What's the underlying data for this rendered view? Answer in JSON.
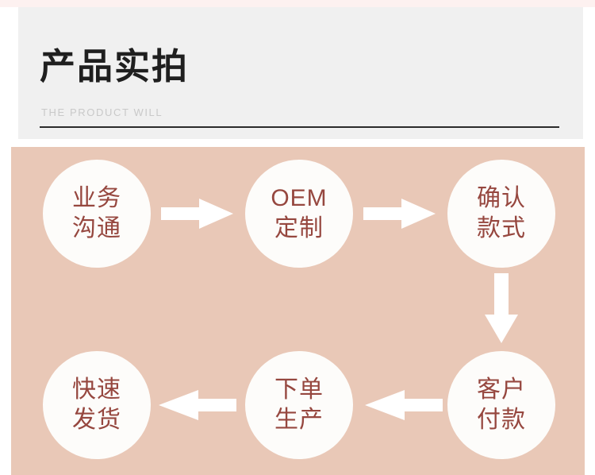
{
  "header": {
    "title": "产品实拍",
    "subtitle": "THE PRODUCT WILL",
    "panel_bg": "#f0f0f0",
    "title_color": "#1f1f1f",
    "subtitle_color": "#c9c9c9",
    "rule_color": "#2b2b2b"
  },
  "top_strip": {
    "color": "#fdf1f0"
  },
  "flow": {
    "background": "#e9c8b7",
    "node_fill": "#fdfcfa",
    "node_text_color": "#96473f",
    "arrow_color": "#ffffff",
    "nodes": [
      {
        "id": "business-communication",
        "line1": "业务",
        "line2": "沟通"
      },
      {
        "id": "oem-customization",
        "line1": "OEM",
        "line2": "定制"
      },
      {
        "id": "confirm-style",
        "line1": "确认",
        "line2": "款式"
      },
      {
        "id": "customer-payment",
        "line1": "客户",
        "line2": "付款"
      },
      {
        "id": "place-order-production",
        "line1": "下单",
        "line2": "生产"
      },
      {
        "id": "fast-shipping",
        "line1": "快速",
        "line2": "发货"
      }
    ],
    "arrows": [
      {
        "id": "arrow-business-to-oem",
        "direction": "right"
      },
      {
        "id": "arrow-oem-to-confirm",
        "direction": "right"
      },
      {
        "id": "arrow-confirm-to-payment",
        "direction": "down"
      },
      {
        "id": "arrow-payment-to-production",
        "direction": "left"
      },
      {
        "id": "arrow-production-to-shipping",
        "direction": "left"
      }
    ]
  }
}
